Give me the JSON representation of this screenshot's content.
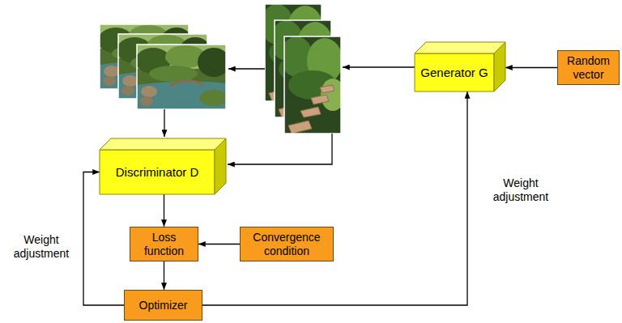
{
  "diagram": {
    "nodes": [
      {
        "text": [
          "Random vector"
        ]
      },
      {
        "text": [
          "Generator G"
        ]
      },
      {
        "text": [
          "Discriminator D"
        ]
      },
      {
        "text": [
          "Loss function"
        ]
      },
      {
        "text": [
          "Convergence condition"
        ]
      },
      {
        "text": [
          "Optimizer"
        ]
      }
    ],
    "edges": [
      {
        "from": 0,
        "to": 1,
        "arrow": "to"
      },
      {
        "from": 2,
        "to": 3,
        "arrow": "to"
      },
      {
        "from": 4,
        "to": 3,
        "arrow": "to"
      },
      {
        "from": 3,
        "to": 5,
        "arrow": "to"
      },
      {
        "from": 5,
        "to": 2,
        "label": "Weight adjustment",
        "arrow": "to"
      },
      {
        "from": 5,
        "to": 1,
        "label": "Weight adjustment",
        "arrow": "to"
      }
    ]
  }
}
